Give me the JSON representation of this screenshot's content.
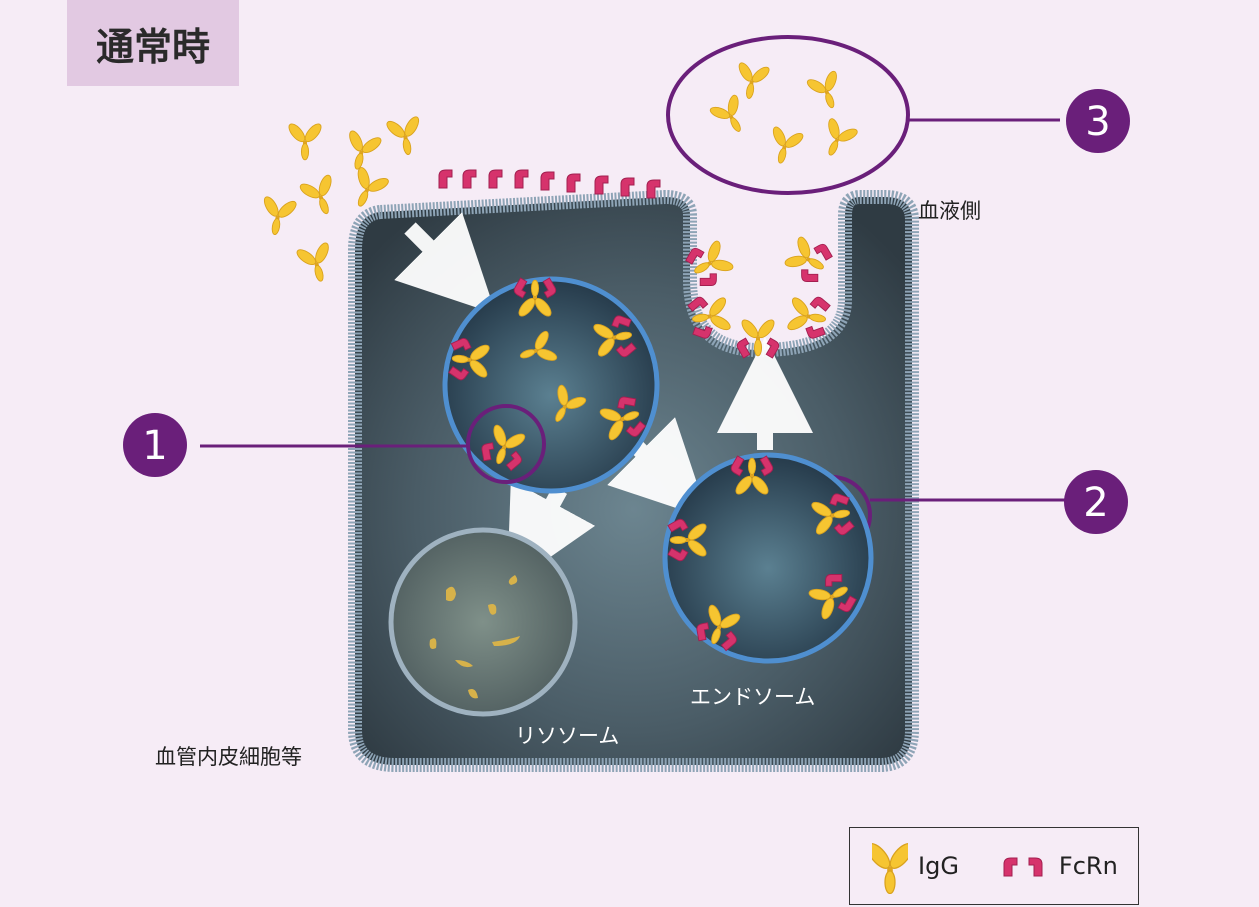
{
  "title": "通常時",
  "labels": {
    "blood_side": "血液側",
    "cell": "血管内皮細胞等",
    "lysosome": "リソソーム",
    "endosome": "エンドソーム"
  },
  "callouts": [
    "1",
    "2",
    "3"
  ],
  "legend": {
    "igg": "IgG",
    "fcrn": "FcRn"
  },
  "colors": {
    "background": "#f6ecf6",
    "title_bg": "#e2c9e2",
    "accent_purple": "#6a1f7a",
    "igg_yellow": "#f6c531",
    "fcrn_pink": "#d6336c",
    "membrane": "#8aa0b4",
    "cell_interior": "#445560",
    "vesicle_blue": "#4f8fd0"
  }
}
